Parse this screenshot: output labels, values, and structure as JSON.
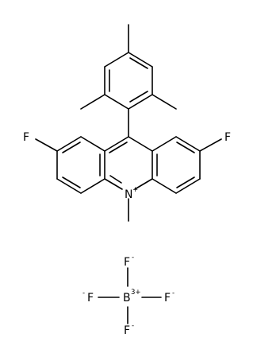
{
  "diagram": {
    "type": "chemical-structure",
    "atom_labels": {
      "f_left": "F",
      "f_right": "F",
      "n_center": "N",
      "n_charge": "+",
      "bf4_top": "F",
      "bf4_top_charge": "-",
      "bf4_left_charge": "-",
      "bf4_left": "F",
      "bf4_center": "B",
      "bf4_center_charge": "3+",
      "bf4_right": "F",
      "bf4_right_charge": "-",
      "bf4_bottom": "F",
      "bf4_bottom_charge": "-"
    },
    "colors": {
      "line": "#000000",
      "background": "#ffffff"
    }
  }
}
